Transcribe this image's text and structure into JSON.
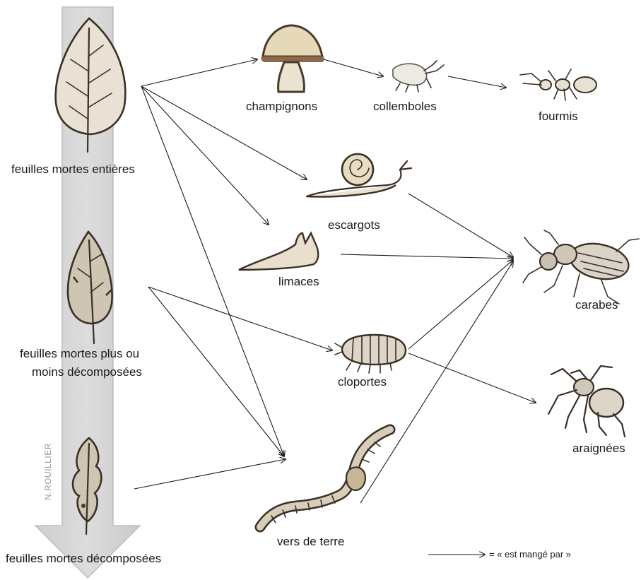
{
  "credit": "N.ROUILLIER",
  "nodes": {
    "feuilles_entieres": "feuilles mortes entières",
    "feuilles_partielles_l1": "feuilles mortes plus ou",
    "feuilles_partielles_l2": "moins décomposées",
    "feuilles_decomposees": "feuilles mortes décomposées",
    "champignons": "champignons",
    "collemboles": "collemboles",
    "fourmis": "fourmis",
    "escargots": "escargots",
    "limaces": "limaces",
    "carabes": "carabes",
    "cloportes": "cloportes",
    "araignees": "araignées",
    "vers_de_terre": "vers de terre"
  },
  "legend": {
    "text": "= « est mangé par »"
  },
  "edges": [
    [
      "feuilles_entieres",
      "champignons"
    ],
    [
      "feuilles_entieres",
      "escargots"
    ],
    [
      "feuilles_entieres",
      "limaces"
    ],
    [
      "feuilles_entieres",
      "vers_de_terre"
    ],
    [
      "champignons",
      "collemboles"
    ],
    [
      "collemboles",
      "fourmis"
    ],
    [
      "feuilles_partielles",
      "cloportes"
    ],
    [
      "feuilles_partielles",
      "vers_de_terre"
    ],
    [
      "feuilles_decomposees",
      "vers_de_terre"
    ],
    [
      "escargots",
      "carabes"
    ],
    [
      "limaces",
      "carabes"
    ],
    [
      "cloportes",
      "carabes"
    ],
    [
      "cloportes",
      "araignees"
    ],
    [
      "vers_de_terre",
      "carabes"
    ]
  ]
}
